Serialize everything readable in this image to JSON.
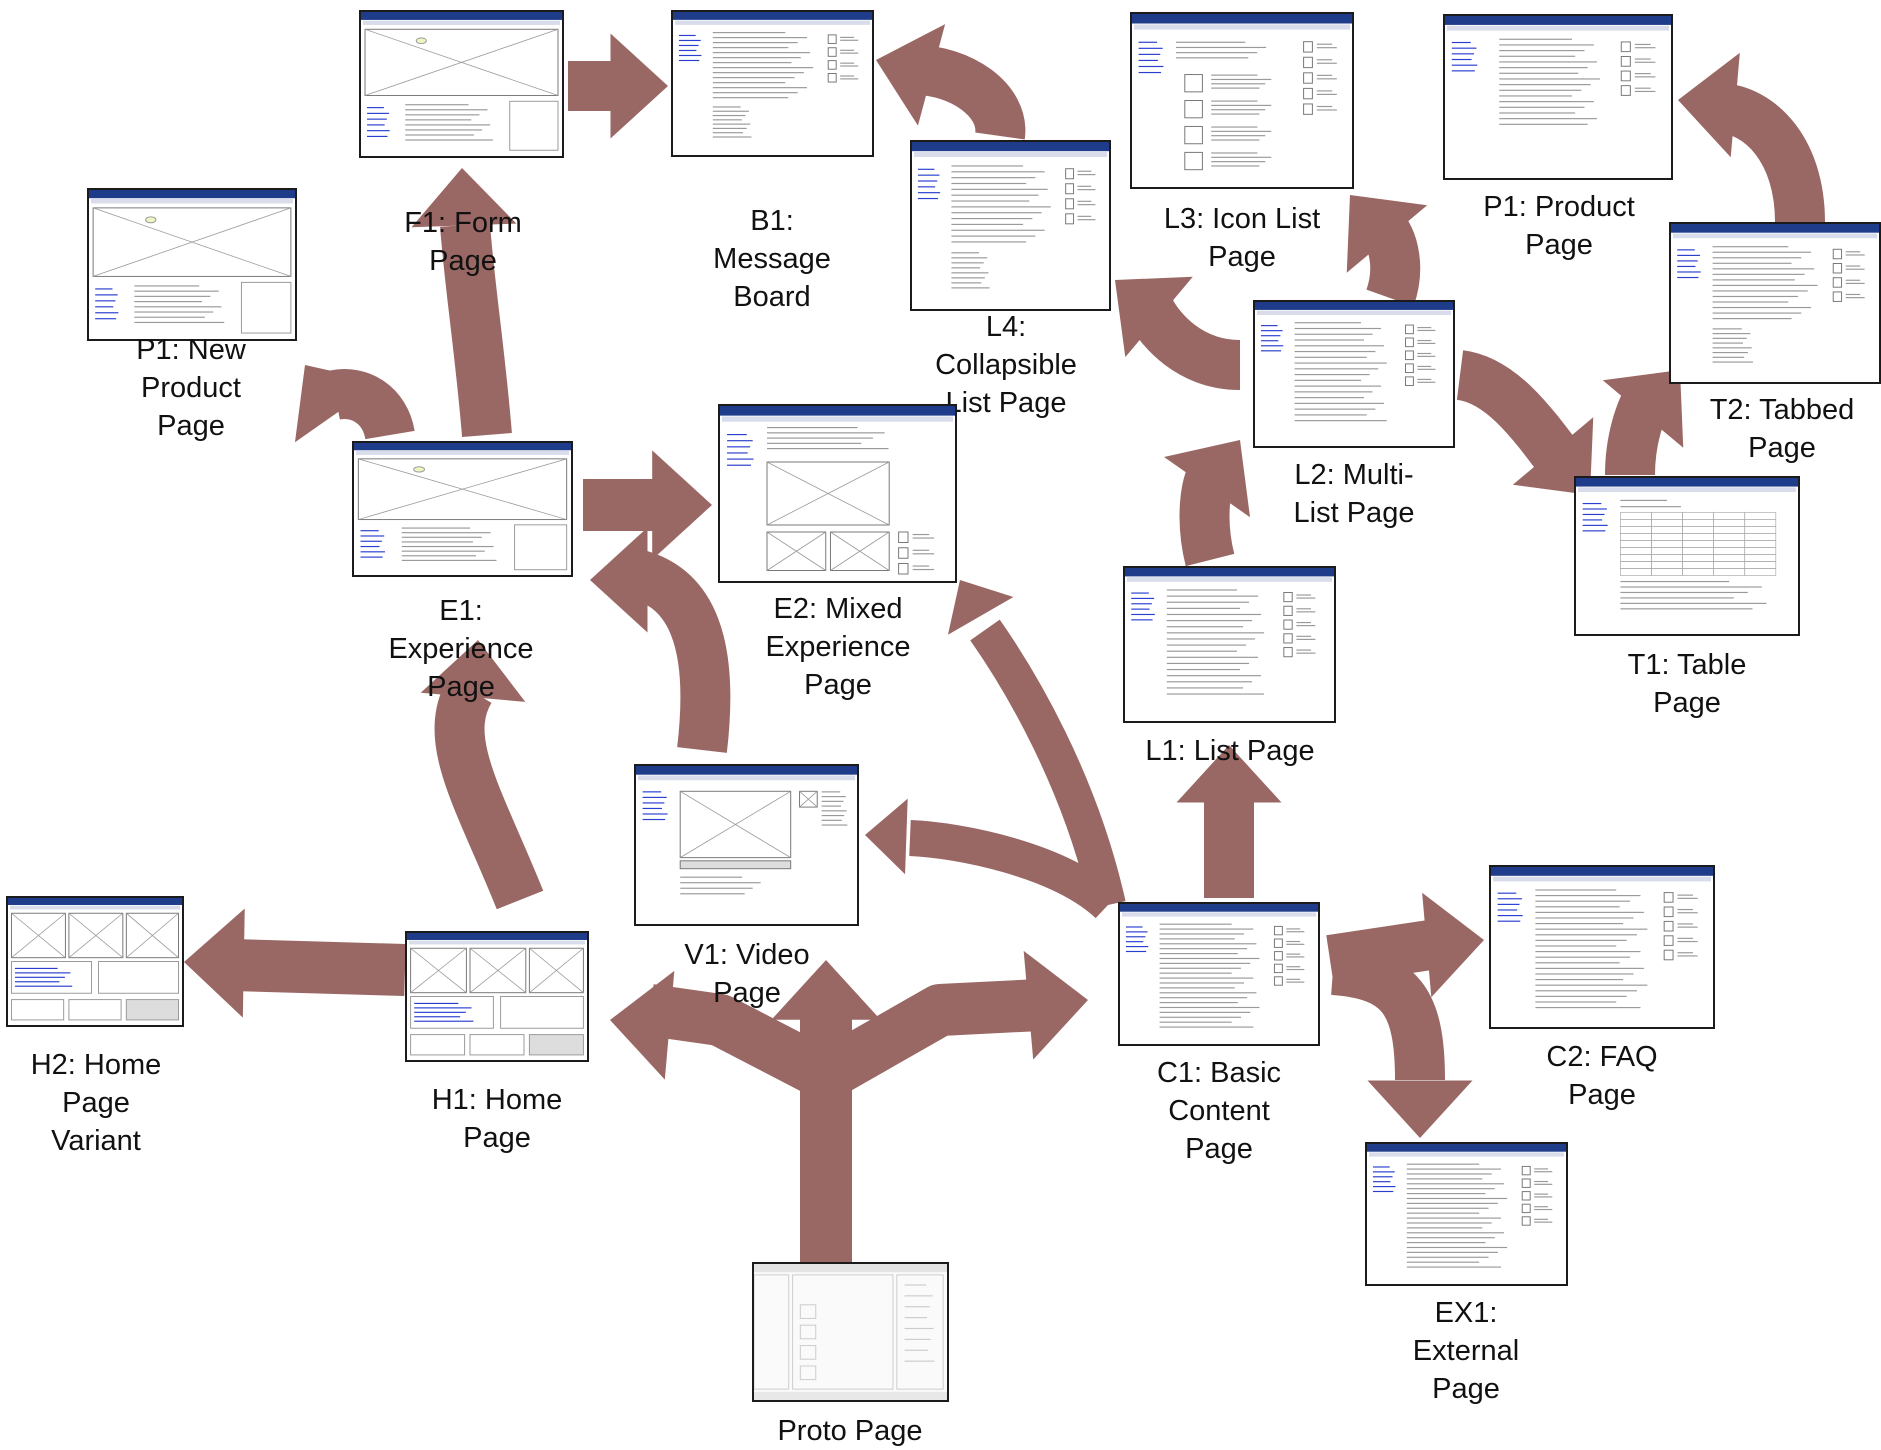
{
  "colors": {
    "arrow": "#9A6864",
    "wire_header": "#1F3C8A",
    "wire_lines": "#9a9a9a",
    "link": "#2a3fd0"
  },
  "nodes": [
    {
      "id": "F1",
      "label": "F1: Form\nPage",
      "thumb": "hero"
    },
    {
      "id": "B1",
      "label": "B1:\nMessage\nBoard",
      "thumb": "board"
    },
    {
      "id": "L4",
      "label": "L4:\nCollapsible\nList Page",
      "thumb": "board"
    },
    {
      "id": "L3",
      "label": "L3: Icon List\nPage",
      "thumb": "iconlist"
    },
    {
      "id": "P1-product",
      "label": "P1: Product\nPage",
      "thumb": "product"
    },
    {
      "id": "P1-new",
      "label": "P1: New\nProduct\nPage",
      "thumb": "hero"
    },
    {
      "id": "E1",
      "label": "E1:\nExperience\nPage",
      "thumb": "hero"
    },
    {
      "id": "E2",
      "label": "E2: Mixed\nExperience\nPage",
      "thumb": "mixed"
    },
    {
      "id": "L2",
      "label": "L2: Multi-\nList Page",
      "thumb": "list"
    },
    {
      "id": "T2",
      "label": "T2: Tabbed\nPage",
      "thumb": "text"
    },
    {
      "id": "T1",
      "label": "T1: Table\nPage",
      "thumb": "table"
    },
    {
      "id": "L1",
      "label": "L1: List Page",
      "thumb": "list"
    },
    {
      "id": "V1",
      "label": "V1: Video\nPage",
      "thumb": "video"
    },
    {
      "id": "H2",
      "label": "H2: Home\nPage\nVariant",
      "thumb": "home"
    },
    {
      "id": "H1",
      "label": "H1: Home\nPage",
      "thumb": "home"
    },
    {
      "id": "C1",
      "label": "C1: Basic\nContent\nPage",
      "thumb": "content"
    },
    {
      "id": "C2",
      "label": "C2: FAQ\nPage",
      "thumb": "content"
    },
    {
      "id": "EX1",
      "label": "EX1:\nExternal\nPage",
      "thumb": "content"
    },
    {
      "id": "PROTO",
      "label": "Proto Page",
      "thumb": "proto"
    }
  ],
  "edges": [
    {
      "from": "PROTO",
      "to": "H1"
    },
    {
      "from": "PROTO",
      "to": "V1"
    },
    {
      "from": "PROTO",
      "to": "C1"
    },
    {
      "from": "H1",
      "to": "H2"
    },
    {
      "from": "H1",
      "to": "E1"
    },
    {
      "from": "V1",
      "to": "E1"
    },
    {
      "from": "E1",
      "to": "P1-new"
    },
    {
      "from": "E1",
      "to": "F1"
    },
    {
      "from": "E1",
      "to": "E2"
    },
    {
      "from": "F1",
      "to": "B1"
    },
    {
      "from": "L4",
      "to": "B1"
    },
    {
      "from": "C1",
      "to": "E2"
    },
    {
      "from": "C1",
      "to": "V1"
    },
    {
      "from": "C1",
      "to": "L1"
    },
    {
      "from": "C1",
      "to": "C2"
    },
    {
      "from": "C1",
      "to": "EX1"
    },
    {
      "from": "L1",
      "to": "L2"
    },
    {
      "from": "L2",
      "to": "L4"
    },
    {
      "from": "L2",
      "to": "L3"
    },
    {
      "from": "L2",
      "to": "T1"
    },
    {
      "from": "T1",
      "to": "T2"
    },
    {
      "from": "T2",
      "to": "P1-product"
    }
  ]
}
